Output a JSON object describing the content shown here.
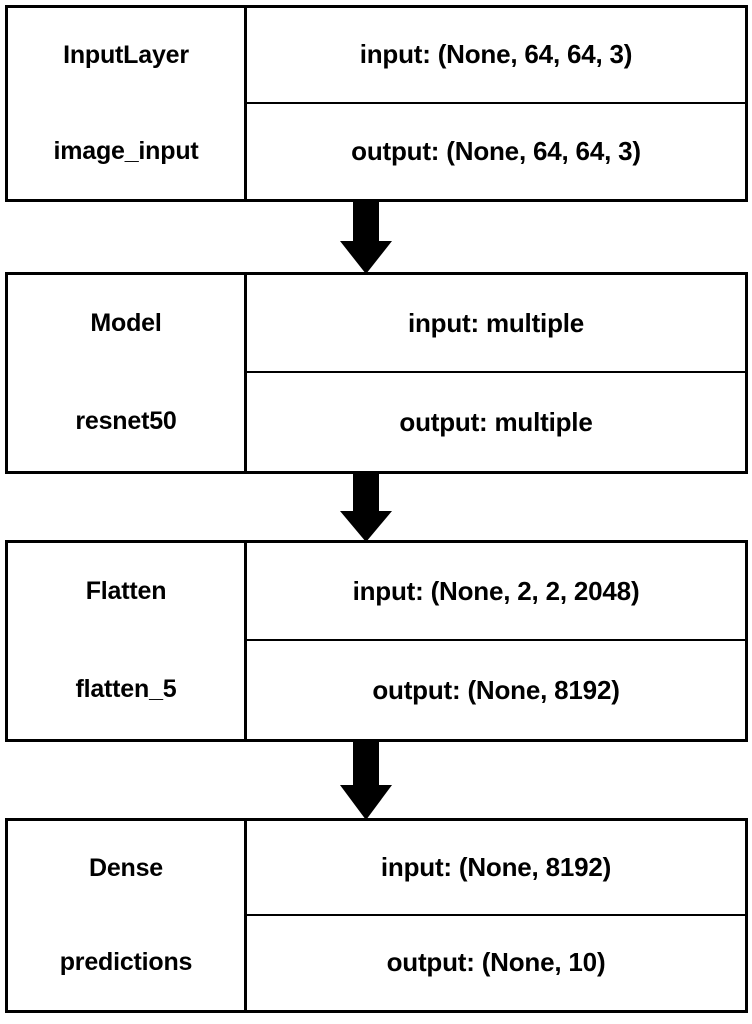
{
  "diagram": {
    "type": "keras-model-plot",
    "orientation": "vertical",
    "background_color": "#ffffff",
    "line_color": "#000000",
    "layers": [
      {
        "class_name": "InputLayer",
        "layer_name": "image_input",
        "input_label": "input: (None, 64, 64, 3)",
        "output_label": "output: (None, 64, 64, 3)"
      },
      {
        "class_name": "Model",
        "layer_name": "resnet50",
        "input_label": "input: multiple",
        "output_label": "output: multiple"
      },
      {
        "class_name": "Flatten",
        "layer_name": "flatten_5",
        "input_label": "input: (None, 2, 2, 2048)",
        "output_label": "output: (None, 8192)"
      },
      {
        "class_name": "Dense",
        "layer_name": "predictions",
        "input_label": "input: (None, 8192)",
        "output_label": "output: (None, 10)"
      }
    ],
    "connectors": [
      {
        "from": "image_input",
        "to": "resnet50",
        "icon": "down-arrow-icon"
      },
      {
        "from": "resnet50",
        "to": "flatten_5",
        "icon": "down-arrow-icon"
      },
      {
        "from": "flatten_5",
        "to": "predictions",
        "icon": "down-arrow-icon"
      }
    ]
  }
}
